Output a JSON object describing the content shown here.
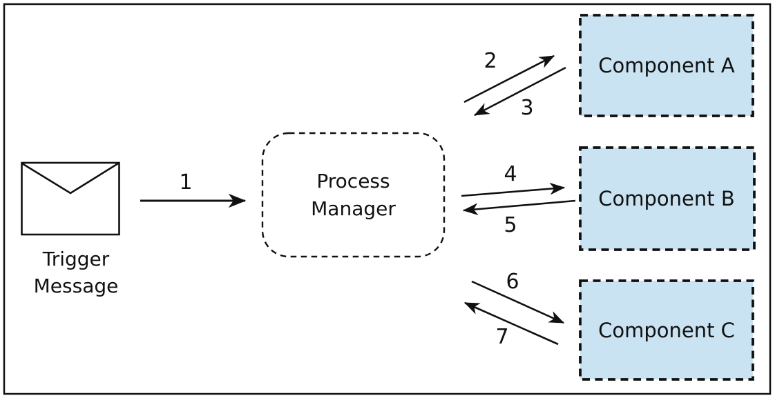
{
  "trigger": {
    "line1": "Trigger",
    "line2": "Message"
  },
  "process_manager": {
    "line1": "Process",
    "line2": "Manager"
  },
  "components": [
    {
      "label": "Component A"
    },
    {
      "label": "Component B"
    },
    {
      "label": "Component C"
    }
  ],
  "arrows": [
    {
      "number": "1",
      "from": "trigger-message",
      "to": "process-manager"
    },
    {
      "number": "2",
      "from": "process-manager",
      "to": "component-a"
    },
    {
      "number": "3",
      "from": "component-a",
      "to": "process-manager"
    },
    {
      "number": "4",
      "from": "process-manager",
      "to": "component-b"
    },
    {
      "number": "5",
      "from": "component-b",
      "to": "process-manager"
    },
    {
      "number": "6",
      "from": "process-manager",
      "to": "component-c"
    },
    {
      "number": "7",
      "from": "component-c",
      "to": "process-manager"
    }
  ],
  "colors": {
    "component_fill": "#c9e3f2",
    "line": "#111111",
    "background": "#ffffff"
  }
}
